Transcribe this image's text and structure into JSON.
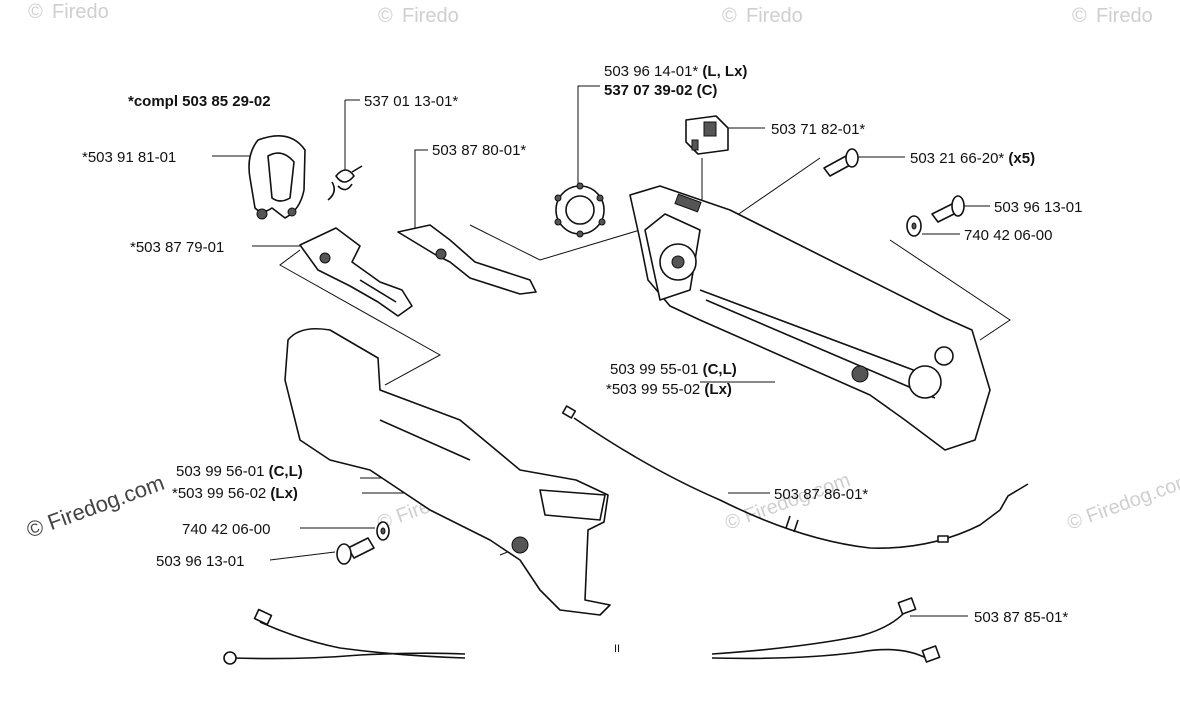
{
  "watermark": {
    "brand": "© Firedog.com",
    "copyright_glyph": "©",
    "partial": "Firedo"
  },
  "labels": {
    "compl": "*compl 503 85 29-02",
    "p_537011301": "537 01 13-01*",
    "p_503918101": "*503 91 81-01",
    "p_503878001": "503 87 80-01*",
    "p_503877901": "*503 87 79-01",
    "p_503961401_num": "503 96 14-01*",
    "p_503961401_var": "(L, Lx)",
    "p_537073902": "537 07 39-02 (C)",
    "p_503718201": "503 71 82-01*",
    "p_503216620_num": "503 21 66-20*",
    "p_503216620_qty": "(x5)",
    "p_503961301_a": "503 96 13-01",
    "p_740420600_a": "740 42 06-00",
    "p_503995501_num": "503 99 55-01",
    "p_503995501_var": "(C,L)",
    "p_503995502_num": "*503 99 55-02",
    "p_503995502_var": "(Lx)",
    "p_503995601_num": "503 99 56-01",
    "p_503995601_var": "(C,L)",
    "p_503995602_num": "*503 99 56-02",
    "p_503995602_var": "(Lx)",
    "p_503878601": "503 87 86-01*",
    "p_740420600_b": "740 42 06-00",
    "p_503961301_b": "503 96 13-01",
    "p_503878501": "503 87 85-01*",
    "break_mark": "II"
  }
}
